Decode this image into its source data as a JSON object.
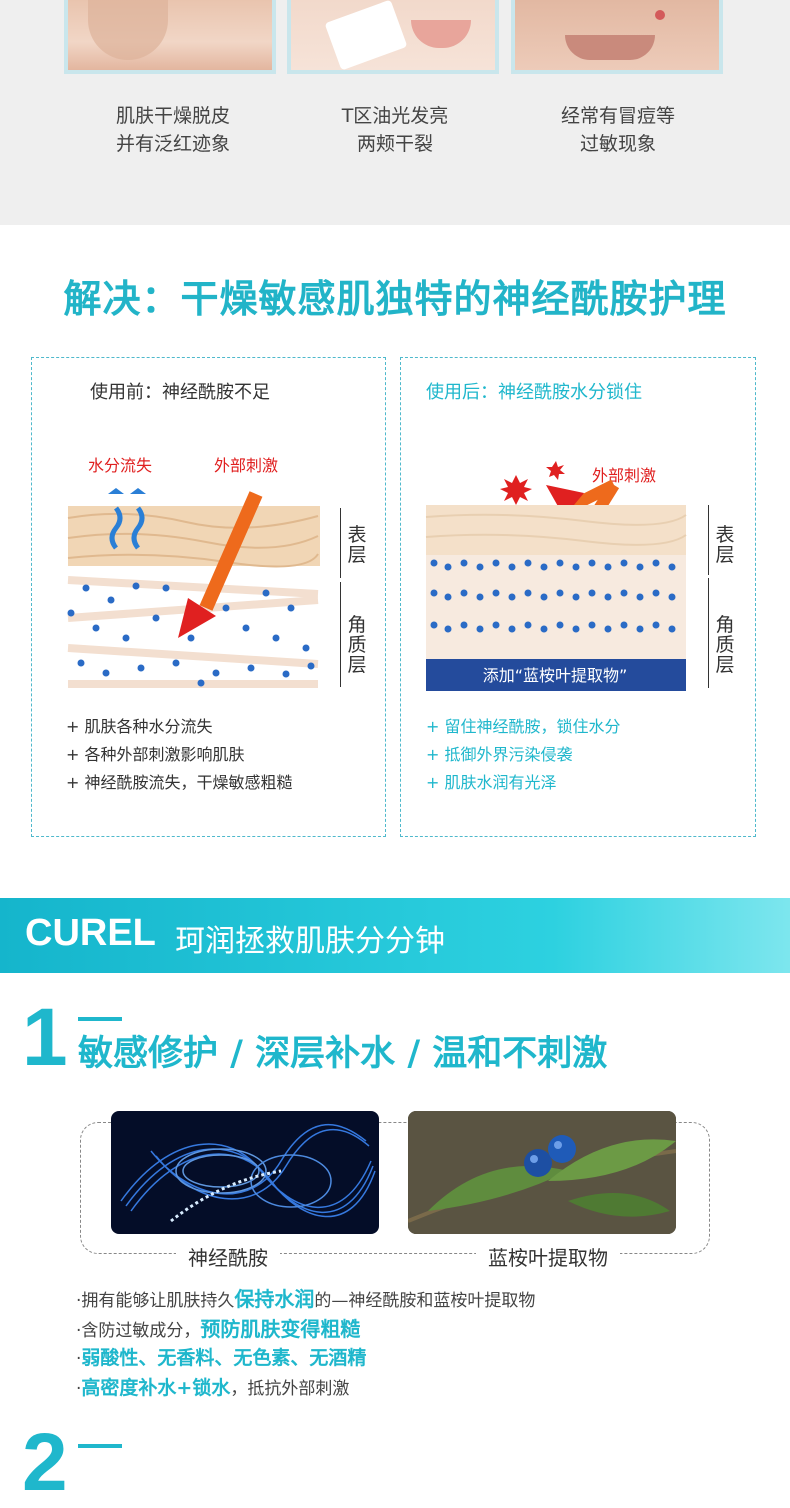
{
  "problems": [
    {
      "line1": "肌肤干燥脱皮",
      "line2": "并有泛红迹象"
    },
    {
      "line1": "T区油光发亮",
      "line2": "两颊干裂"
    },
    {
      "line1": "经常有冒痘等",
      "line2": "过敏现象"
    }
  ],
  "solution_title": "解决：干燥敏感肌独特的神经酰胺护理",
  "before": {
    "title": "使用前：神经酰胺不足",
    "label_water": "水分流失",
    "label_stimulus": "外部刺激",
    "bullets": [
      "+ 肌肤各种水分流失",
      "+ 各种外部刺激影响肌肤",
      "+ 神经酰胺流失，干燥敏感粗糙"
    ]
  },
  "after": {
    "title": "使用后：神经酰胺水分锁住",
    "label_stimulus": "外部刺激",
    "extract_bar": "添加“蓝桉叶提取物”",
    "bullets": [
      "+ 留住神经酰胺，锁住水分",
      "+ 抵御外界污染侵袭",
      "+ 肌肤水润有光泽"
    ]
  },
  "layer_labels": {
    "surface": "表层",
    "stratum": "角质层"
  },
  "banner": {
    "brand": "CUREL",
    "subtitle": "珂润拯救肌肤分分钟"
  },
  "feature1": {
    "number": "1",
    "title": "敏感修护 / 深层补水 / 温和不刺激",
    "images": [
      {
        "label": "神经酰胺",
        "icon": "ceramide-wave-image"
      },
      {
        "label": "蓝桉叶提取物",
        "icon": "eucalyptus-leaf-image"
      }
    ],
    "desc": [
      {
        "pre": "·拥有能够让肌肤持久",
        "hl": "保持水润",
        "post": "的—神经酰胺和蓝桉叶提取物"
      },
      {
        "pre": "·含防过敏成分，",
        "hl": "预防肌肤变得粗糙",
        "post": ""
      },
      {
        "pre": "·",
        "hl": "弱酸性、无香料、无色素、无酒精",
        "post": ""
      },
      {
        "pre": "·",
        "hl": "高密度补水+锁水",
        "post": "，抵抗外部刺激"
      }
    ]
  },
  "feature2": {
    "number": "2"
  },
  "colors": {
    "accent": "#1fb7cc",
    "red": "#e02020",
    "panel_border": "#4fb9cc"
  }
}
